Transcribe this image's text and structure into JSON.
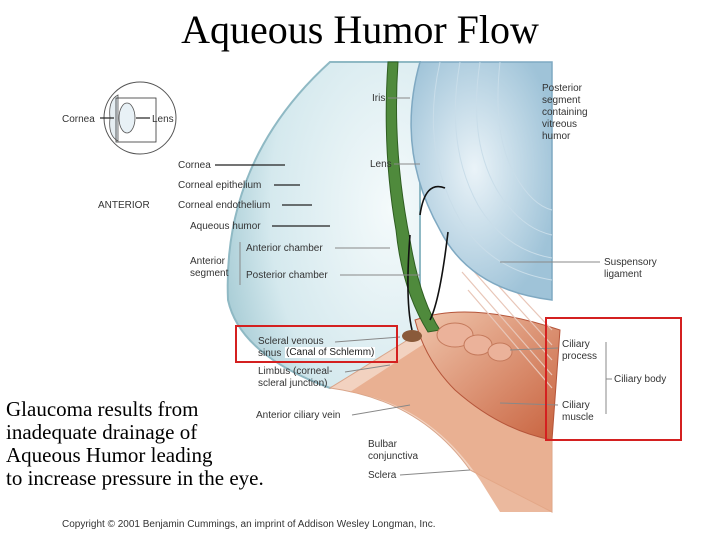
{
  "title": "Aqueous Humor Flow",
  "inset": {
    "cornea_label": "Cornea",
    "lens_label": "Lens",
    "anterior_label": "ANTERIOR"
  },
  "labels": {
    "iris": "Iris",
    "posterior_segment": [
      "Posterior",
      "segment",
      "containing",
      "vitreous",
      "humor"
    ],
    "lens": "Lens",
    "cornea": "Cornea",
    "corneal_epithelium": "Corneal epithelium",
    "corneal_endothelium": "Corneal endothelium",
    "aqueous_humor": "Aqueous humor",
    "anterior_segment": [
      "Anterior",
      "segment"
    ],
    "anterior_chamber": "Anterior chamber",
    "posterior_chamber": "Posterior chamber",
    "suspensory_ligament": [
      "Suspensory",
      "ligament"
    ],
    "scleral_venous_sinus": [
      "Scleral venous",
      "sinus"
    ],
    "canal_of_schlemm": "(Canal of Schlemm)",
    "limbus": [
      "Limbus (corneal-",
      "scleral junction)"
    ],
    "anterior_ciliary_vein": "Anterior ciliary vein",
    "ciliary_process": [
      "Ciliary",
      "process"
    ],
    "ciliary_body": "Ciliary body",
    "ciliary_muscle": [
      "Ciliary",
      "muscle"
    ],
    "bulbar_conjunctiva": [
      "Bulbar",
      "conjunctiva"
    ],
    "sclera": "Sclera"
  },
  "note": [
    "Glaucoma results from",
    "inadequate drainage of",
    "Aqueous Humor leading",
    "to increase pressure in the eye."
  ],
  "copyright": "Copyright © 2001 Benjamin Cummings, an imprint of Addison Wesley Longman, Inc.",
  "colors": {
    "highlight_box": "#d42020",
    "cornea": "#cfe6ec",
    "lens": "#bcd6e6",
    "iris": "#4f8a3c",
    "sclera": "#e9b79c",
    "muscle": "#d77a56",
    "ciliary": "#e8a48c"
  }
}
